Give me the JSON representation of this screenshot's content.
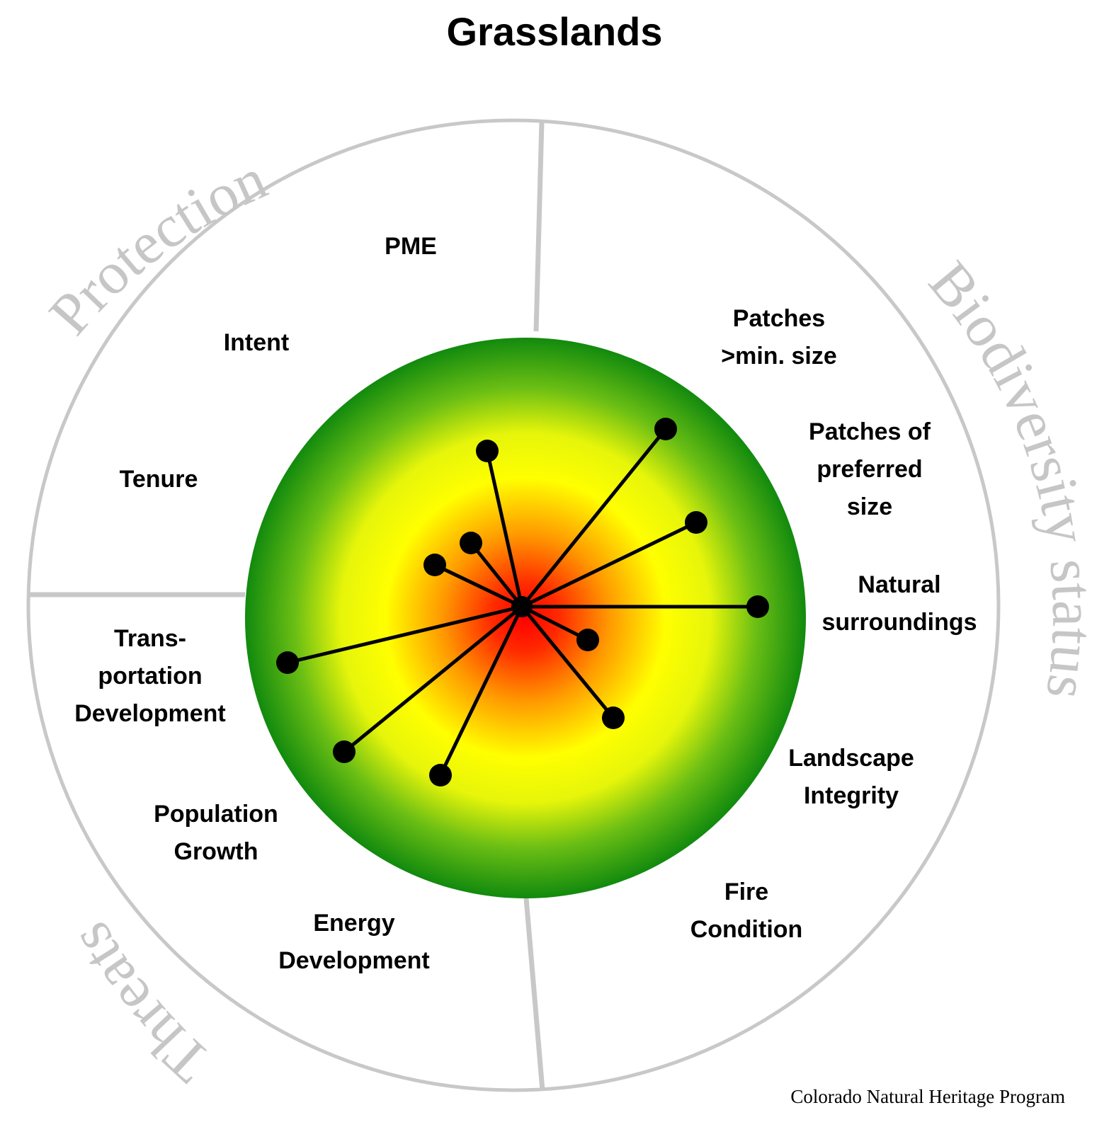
{
  "title": "Grasslands",
  "credit": "Colorado Natural Heritage Program",
  "sectors": {
    "protection": "Protection",
    "biodiversity": "Biodiversity status",
    "threats": "Threats"
  },
  "indicators": [
    {
      "id": "pme",
      "lines": [
        "PME"
      ]
    },
    {
      "id": "intent",
      "lines": [
        "Intent"
      ]
    },
    {
      "id": "tenure",
      "lines": [
        "Tenure"
      ]
    },
    {
      "id": "patches-min",
      "lines": [
        "Patches",
        ">min. size"
      ]
    },
    {
      "id": "patches-pref",
      "lines": [
        "Patches of",
        "preferred",
        "size"
      ]
    },
    {
      "id": "natural",
      "lines": [
        "Natural",
        "surroundings"
      ]
    },
    {
      "id": "landscape",
      "lines": [
        "Landscape",
        "Integrity"
      ]
    },
    {
      "id": "fire",
      "lines": [
        "Fire",
        "Condition"
      ]
    },
    {
      "id": "energy",
      "lines": [
        "Energy",
        "Development"
      ]
    },
    {
      "id": "population",
      "lines": [
        "Population",
        "Growth"
      ]
    },
    {
      "id": "transport",
      "lines": [
        "Trans-",
        "portation",
        "Development"
      ]
    }
  ],
  "colors": {
    "ring": "#c8c8c8",
    "center": "#ff0000",
    "mid": "#ffff00",
    "edge": "#128a0e",
    "spoke": "#000000"
  }
}
